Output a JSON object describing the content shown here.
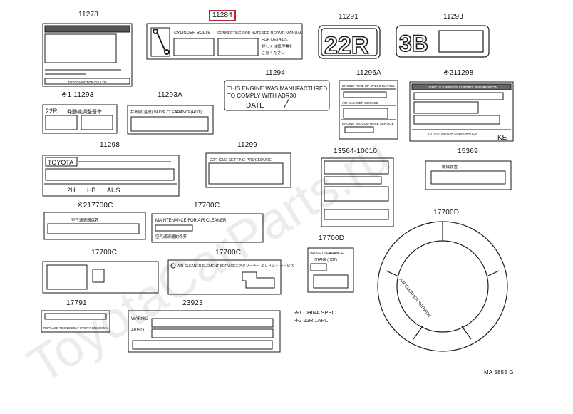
{
  "labels": {
    "p11278": "11278",
    "p11284": "11284",
    "p11291": "11291",
    "p11293": "11293",
    "p11294": "11294",
    "p11296a": "11296A",
    "p11298top": "※211298",
    "p11293s": "※1 11293",
    "p11293a": "11293A",
    "p11298": "11298",
    "p11299": "11299",
    "p13564": "13564-10010",
    "p15369": "15369",
    "p17700c_1": "※217700C",
    "p17700c_2": "17700C",
    "p17700c_3": "17700C",
    "p17700c_4": "17700C",
    "p17700d_1": "17700D",
    "p17700d_2": "17700D",
    "p17791": "17791",
    "p23923": "23923",
    "diagram_code": "MA 5855 G"
  },
  "texts": {
    "toyota_motor": "TOYOTA MOTOR CO.,LTD",
    "cyl_bolts": "CYLINDER BOLTS",
    "conrod_nuts": "CONNECTING-ROD NUTS",
    "see_repair": "SEE REPAIR MANUAL",
    "for_details": "FOR DETAILS.",
    "jp_repair": "詳しくは修理書を",
    "jp_repair2": "ご覧ください",
    "badge_22r": "22R",
    "badge_3b": "3B",
    "complies_1": "THIS ENGINE WAS MANUFACTURED",
    "complies_2": "TO COMPLY WITH ADR30",
    "date": "DATE",
    "engine_tune": "ENGINE TUNE UP SPECIFICATION",
    "air_cleaner_svc": "AIR CLEANER SERVICE",
    "engine_vac": "ENGINE VACUUM HOSE SERVICE",
    "emission_hdr": "VEHICLE EMISSION CONTROL INFORMATION",
    "tm_corp": "TOYOTA MOTOR CORPORATION",
    "ke": "KE",
    "label_22r_jp": "22R",
    "label_22r_jp2": "発動機調整基準",
    "valve_clear_jp": "弁間隙(温間) VALVE CLEARANCE(HOT)",
    "toyota": "TOYOTA",
    "h2": "2H",
    "hb": "HB",
    "aus": "AUS",
    "idle_proc": "22R IDLE SETTING PROCEDURE",
    "valve_clear_intake": "VALVE CLEARANCE",
    "intake_hot": "INTAKE (HOT)",
    "jp_box_15369": "触媒装置",
    "jp_box_17700c": "空气滤清器保养",
    "maint_air": "MAINTENANCE FOR AIR CLEANER",
    "maint_air_jp": "空气滤清器的保养",
    "air_elem": "AIR CLEANER ELEMENT SERVICE",
    "air_elem_jp": "エアクリーナー エレメント サービス",
    "ring_text": "AIR CLEANER SERVICE",
    "replace_timing": "REPLACE TIMING BELT EVERY 100,000km",
    "warning": "WARNIG",
    "avis": "AVISO",
    "note1": "※1 CHINA SPEC",
    "note2": "※2 22R...ARL",
    "watermark": "ToyotaCarParts.ru"
  },
  "colors": {
    "line": "#1a1a1a",
    "highlight": "#b0283f",
    "watermark": "#e9e9e9"
  }
}
